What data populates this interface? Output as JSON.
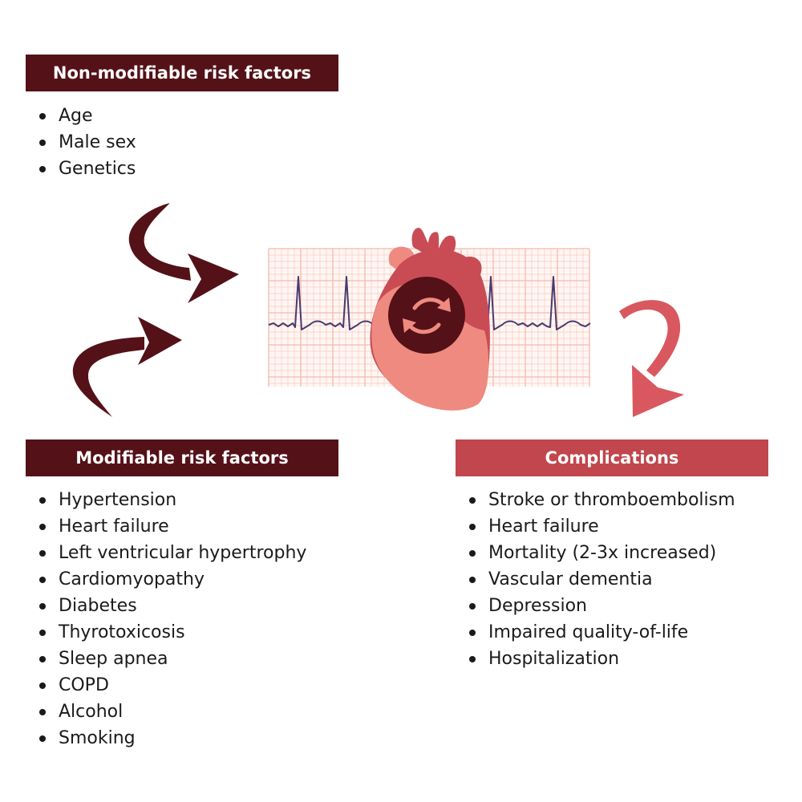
{
  "colors": {
    "dark_maroon": "#541117",
    "complications_red": "#c1464d",
    "arrow_light_red": "#d9585f",
    "ecg_grid": "#f3b9ab",
    "ecg_trace": "#4a3a6e",
    "heart_pink": "#ef8a80",
    "heart_red": "#c94c55"
  },
  "non_modifiable": {
    "title": "Non-modifiable risk factors",
    "items": [
      "Age",
      "Male sex",
      "Genetics"
    ]
  },
  "modifiable": {
    "title": "Modifiable risk factors",
    "items": [
      "Hypertension",
      "Heart failure",
      "Left ventricular hypertrophy",
      "Cardiomyopathy",
      "Diabetes",
      "Thyrotoxicosis",
      "Sleep apnea",
      "COPD",
      "Alcohol",
      "Smoking"
    ]
  },
  "complications": {
    "title": "Complications",
    "items": [
      "Stroke or thromboembolism",
      "Heart failure",
      "Mortality (2-3x increased)",
      "Vascular dementia",
      "Depression",
      "Impaired quality-of-life",
      "Hospitalization"
    ]
  },
  "icons": {
    "center": "heart-with-cycle-icon",
    "background": "ecg-strip",
    "arrows": [
      "curved-arrow-in-top",
      "curved-arrow-in-bottom",
      "curved-arrow-out"
    ]
  }
}
